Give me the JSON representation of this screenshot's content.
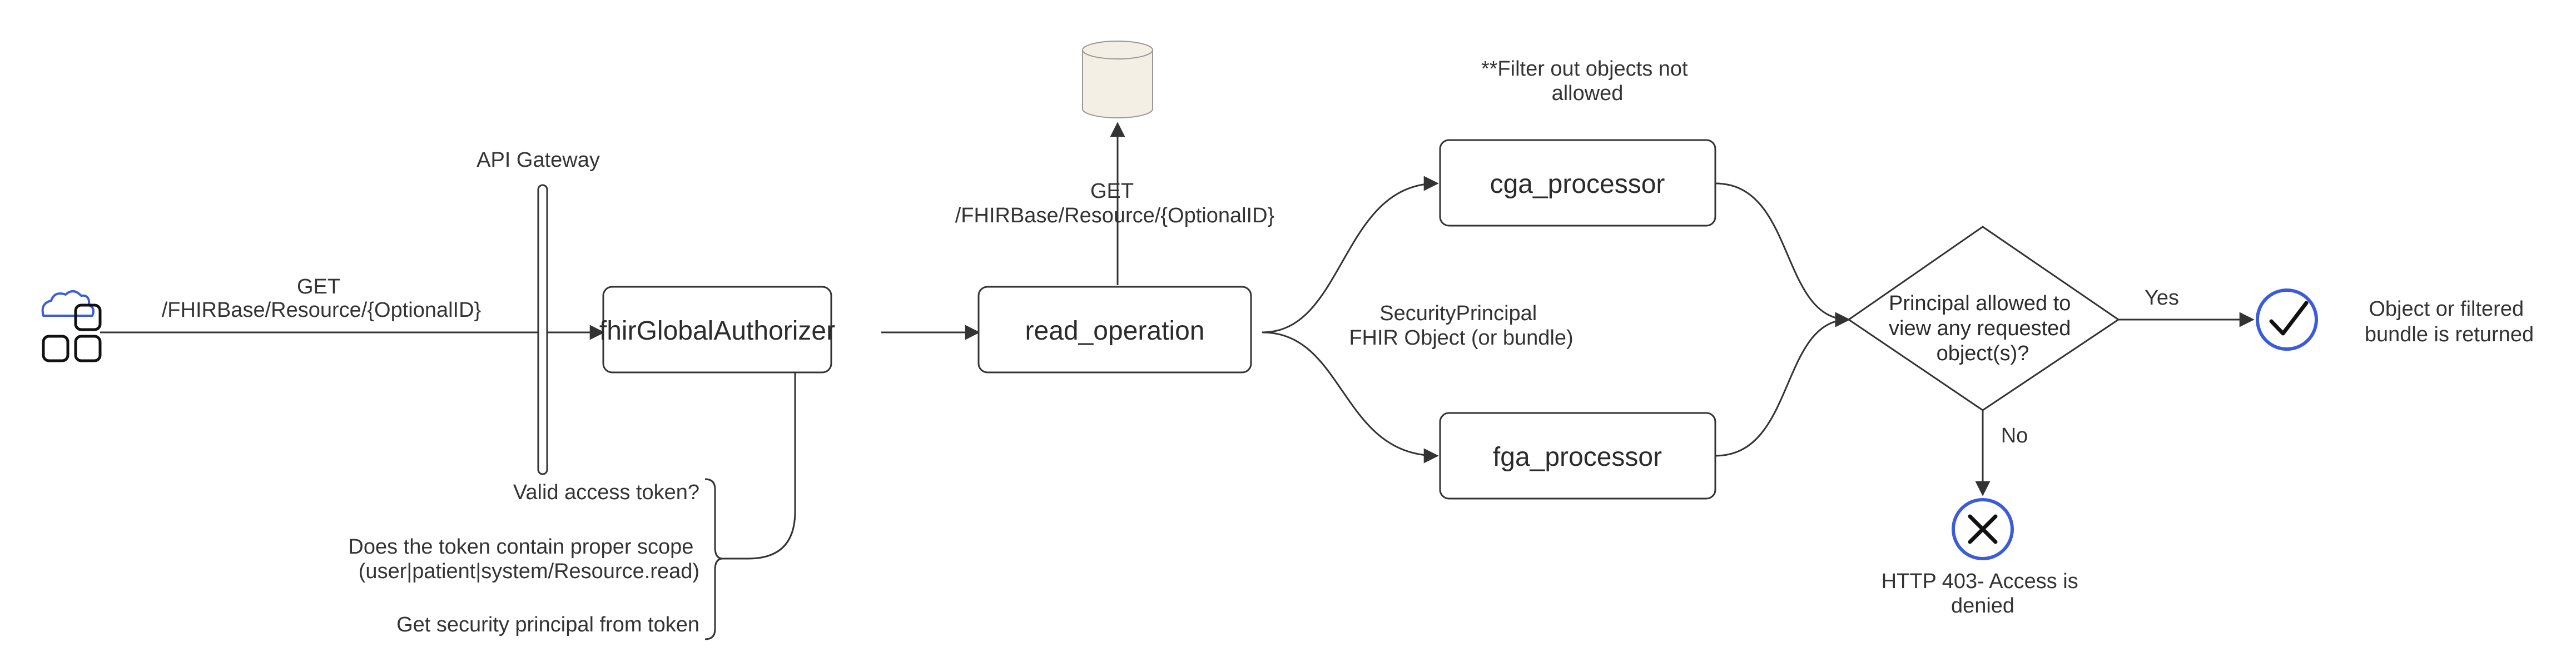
{
  "nodes": {
    "api_gateway": "API Gateway",
    "fhir_global_authorizer": "fhirGlobalAuthorizer",
    "read_operation": "read_operation",
    "cga_processor": "cga_processor",
    "fga_processor": "fga_processor",
    "decision": [
      "Principal allowed to",
      "view any requested",
      "object(s)?"
    ],
    "success": [
      "Object or filtered",
      "bundle is returned"
    ],
    "denied": [
      "HTTP 403- Access is",
      "denied"
    ]
  },
  "labels": {
    "client_request": [
      "GET",
      "/FHIRBase/Resource/{OptionalID}"
    ],
    "db_request": [
      "GET",
      "/FHIRBase/Resource/{OptionalID}"
    ],
    "filter_note": [
      "**Filter out objects not",
      "allowed"
    ],
    "payload": [
      "SecurityPrincipal",
      "FHIR Object (or bundle)"
    ],
    "yes": "Yes",
    "no": "No"
  },
  "checks": [
    [
      "Valid access token?"
    ],
    [
      "Does the token contain proper scope",
      "(user|patient|system/Resource.read)"
    ],
    [
      "Get security principal from token"
    ]
  ],
  "icons": {
    "client": "cloud-apps-icon",
    "database": "database-icon",
    "success": "checkmark-circle-icon",
    "denied": "x-circle-icon"
  },
  "colors": {
    "accent": "#3b5bdb",
    "database_fill": "#f3efe4",
    "stroke": "#333333"
  }
}
